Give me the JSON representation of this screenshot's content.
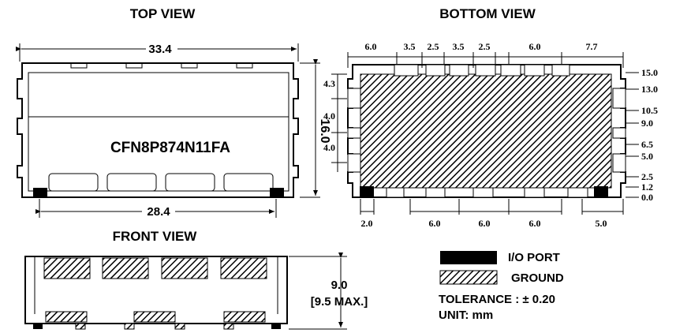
{
  "views": {
    "top": "TOP  VIEW",
    "bottom": "BOTTOM  VIEW",
    "front": "FRONT  VIEW"
  },
  "top_view": {
    "part_number": "CFN8P874N11FA",
    "width_overall": "33.4",
    "width_inner": "28.4",
    "height": "16.0"
  },
  "bottom_view": {
    "top_dims": [
      "6.0",
      "3.5",
      "2.5",
      "3.5",
      "2.5",
      "6.0",
      "7.7"
    ],
    "left_dims": [
      "4.3",
      "4.0",
      "4.0"
    ],
    "right_dims": [
      "15.0",
      "13.0",
      "10.5",
      "9.0",
      "6.5",
      "5.0",
      "2.5",
      "1.2",
      "0.0"
    ],
    "bottom_dims": [
      "2.0",
      "6.0",
      "6.0",
      "6.0",
      "5.0"
    ]
  },
  "front_view": {
    "height": "9.0",
    "max_height": "[9.5 MAX.]"
  },
  "legend": {
    "io_port": "I/O PORT",
    "ground": "GROUND",
    "tolerance": "TOLERANCE : ± 0.20",
    "unit": "UNIT: mm"
  },
  "colors": {
    "line": "#000000",
    "background": "#ffffff"
  }
}
